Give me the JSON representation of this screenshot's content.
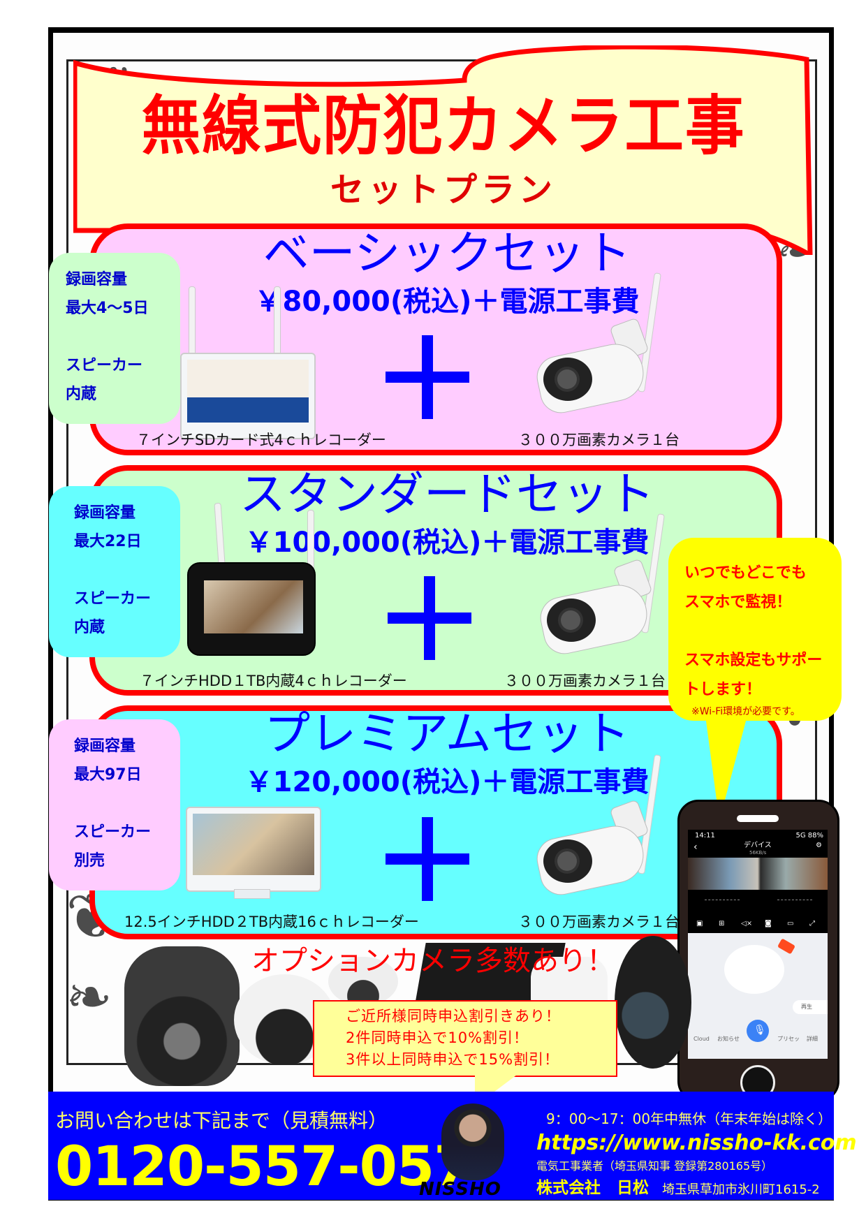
{
  "flyer": {
    "title": "無線式防犯カメラ工事",
    "subtitle": "セットプラン"
  },
  "sets": [
    {
      "name": "ベーシックセット",
      "price": "￥80,000(税込)＋電源工事費",
      "recorder_caption": "７インチSDカード式4ｃｈレコーダー",
      "camera_caption": "３００万画素カメラ１台",
      "info": {
        "capacity_label": "録画容量",
        "capacity_value": "最大4～5日",
        "speaker_label": "スピーカー",
        "speaker_value": "内蔵"
      },
      "panel_color": "#ffccff",
      "info_color": "#ccffcc"
    },
    {
      "name": "スタンダードセット",
      "price": "￥100,000(税込)＋電源工事費",
      "recorder_caption": "７インチHDD１TB内蔵4ｃｈレコーダー",
      "camera_caption": "３００万画素カメラ１台",
      "info": {
        "capacity_label": "録画容量",
        "capacity_value": "最大22日",
        "speaker_label": "スピーカー",
        "speaker_value": "内蔵"
      },
      "panel_color": "#ccffcc",
      "info_color": "#66ffff"
    },
    {
      "name": "プレミアムセット",
      "price": "￥120,000(税込)＋電源工事費",
      "recorder_caption": "12.5インチHDD２TB内蔵16ｃｈレコーダー",
      "camera_caption": "３００万画素カメラ１台",
      "info": {
        "capacity_label": "録画容量",
        "capacity_value": "最大97日",
        "speaker_label": "スピーカー",
        "speaker_value": "別売"
      },
      "panel_color": "#66ffff",
      "info_color": "#ffccff"
    }
  ],
  "smartphone_callout": {
    "lines": [
      "いつでもどこでも",
      "スマホで監視！",
      "スマホ設定もサポー",
      "トします！"
    ],
    "note": "※Wi-Fi環境が必要です。"
  },
  "phone_app": {
    "status_time": "14:11",
    "status_right": "5G 88%",
    "screen_title": "デバイス",
    "screen_subtitle": "56KB/s",
    "playback_label": "再生",
    "nav": [
      "Cloud",
      "お知らせ",
      "プリセッ",
      "詳細"
    ]
  },
  "options": {
    "title": "オプションカメラ多数あり！",
    "discount_lines": [
      "ご近所様同時申込割引きあり！",
      "2件同時申込で10%割引！",
      "3件以上同時申込で15%割引！"
    ]
  },
  "footer": {
    "inquiry": "お問い合わせは下記まで（見積無料）",
    "phone": "0120-557-057",
    "logo": "NISSHO",
    "hours": "9：00～17：00年中無休（年末年始は除く）",
    "url": "https://www.nissho-kk.com",
    "license": "電気工事業者（埼玉県知事 登録第280165号）",
    "company": "株式会社　日松",
    "address": "埼玉県草加市氷川町1615-2"
  },
  "colors": {
    "title_red": "#ff0000",
    "set_blue": "#0000ff",
    "footer_blue": "#0000ff",
    "footer_yellow": "#ffff00",
    "callout_yellow": "#ffff00",
    "banner_cream": "#ffffcc"
  }
}
